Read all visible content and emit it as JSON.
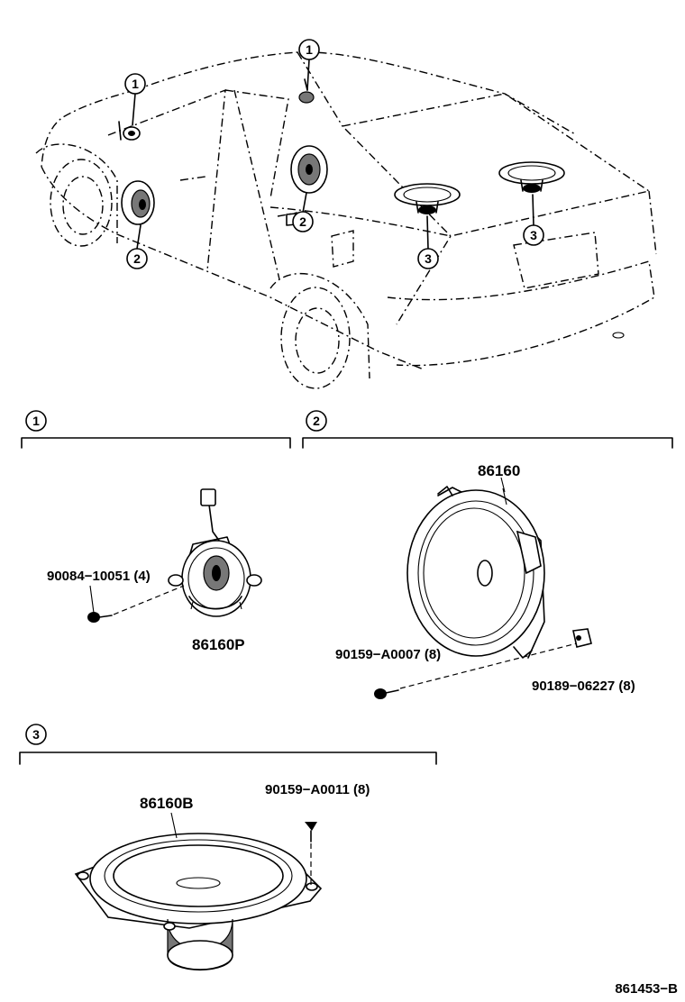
{
  "diagram_id": "861453-B",
  "callouts": {
    "c1": "1",
    "c2": "2",
    "c3": "3"
  },
  "sections": [
    {
      "number": "1",
      "parts": [
        {
          "part_no": "90084-10051",
          "qty": "(4)"
        },
        {
          "part_no": "86160P",
          "qty": ""
        }
      ]
    },
    {
      "number": "2",
      "parts": [
        {
          "part_no": "86160",
          "qty": ""
        },
        {
          "part_no": "90159-A0007",
          "qty": "(8)"
        },
        {
          "part_no": "90189-06227",
          "qty": "(8)"
        }
      ]
    },
    {
      "number": "3",
      "parts": [
        {
          "part_no": "86160B",
          "qty": ""
        },
        {
          "part_no": "90159-A0011",
          "qty": "(8)"
        }
      ]
    }
  ],
  "labels": {
    "s1_screw": "90084−10051 (4)",
    "s1_speaker": "86160P",
    "s2_speaker": "86160",
    "s2_screw": "90159−A0007 (8)",
    "s2_nut": "90189−06227 (8)",
    "s3_speaker": "86160B",
    "s3_screw": "90159−A0011 (8)",
    "footer": "861453−B"
  }
}
